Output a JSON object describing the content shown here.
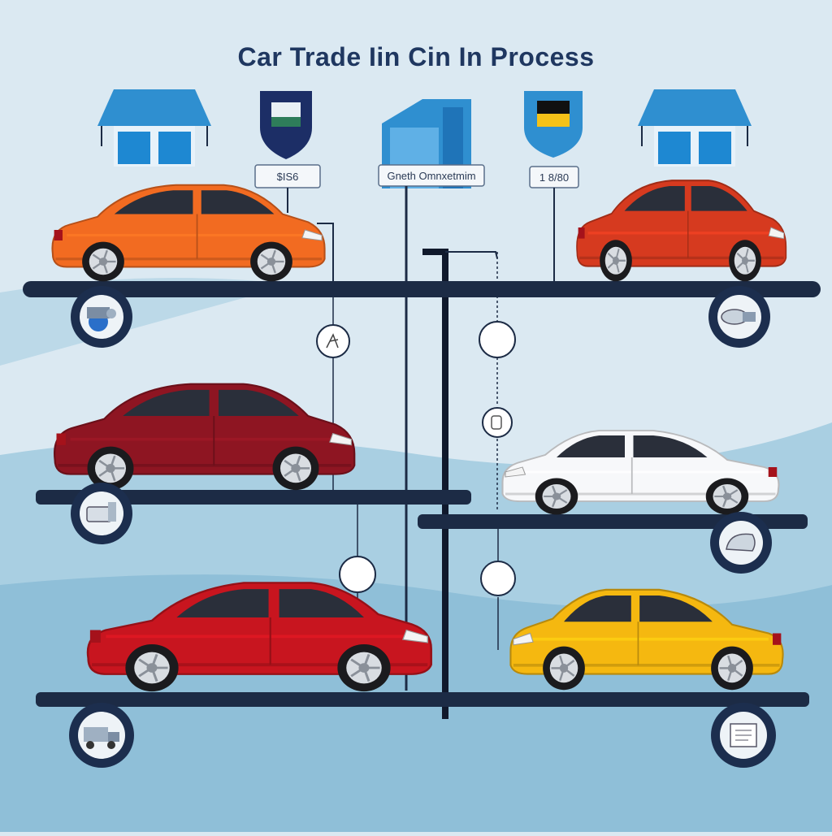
{
  "title": "Car Trade Iin  Cin In Process",
  "tags": {
    "left": "$IS6",
    "center": "Gneth Omnxetmim",
    "right": "1 8/80"
  },
  "colors": {
    "background": "#dbe9f2",
    "wave": "#a9cfe2",
    "shelf": "#1c2b45",
    "badge_ring": "#1c2e4e",
    "building": "#2f8fd0",
    "title": "#1f3760"
  },
  "cars": [
    {
      "id": "car-orange",
      "color": "#f26b21",
      "kind": "hatchback",
      "facing": "right"
    },
    {
      "id": "car-red-top",
      "color": "#d63a1f",
      "kind": "hatchback",
      "facing": "right"
    },
    {
      "id": "car-maroon",
      "color": "#8e1522",
      "kind": "hatchback",
      "facing": "right"
    },
    {
      "id": "car-white",
      "color": "#f7f8fa",
      "kind": "sedan",
      "facing": "left"
    },
    {
      "id": "car-red-bottom",
      "color": "#c8151f",
      "kind": "sedan",
      "facing": "right"
    },
    {
      "id": "car-yellow",
      "color": "#f5b810",
      "kind": "sedan",
      "facing": "left"
    }
  ],
  "badges": [
    {
      "id": "badge-gear-engine",
      "icon": "engine-icon"
    },
    {
      "id": "badge-gear-tools",
      "icon": "tools-icon"
    },
    {
      "id": "badge-seat",
      "icon": "seat-icon"
    },
    {
      "id": "badge-gear-headlight",
      "icon": "headlight-icon"
    },
    {
      "id": "badge-gear-truck",
      "icon": "truck-icon"
    },
    {
      "id": "badge-gear-document",
      "icon": "document-icon"
    }
  ]
}
